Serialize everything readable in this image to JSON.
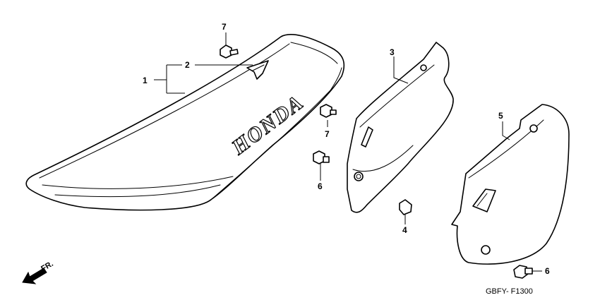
{
  "callouts": {
    "seat_1": "1",
    "seat_cover_emblem_2": "2",
    "left_side_cover_3": "3",
    "grommet_4": "4",
    "right_side_cover_5": "5",
    "bolt_6_left": "6",
    "bolt_6_right": "6",
    "bolt_7_top": "7",
    "bolt_7_mid": "7"
  },
  "seat": {
    "brand_text": "HONDA"
  },
  "front_indicator": {
    "label": "FR."
  },
  "diagram_code": "GBFY- F1300"
}
